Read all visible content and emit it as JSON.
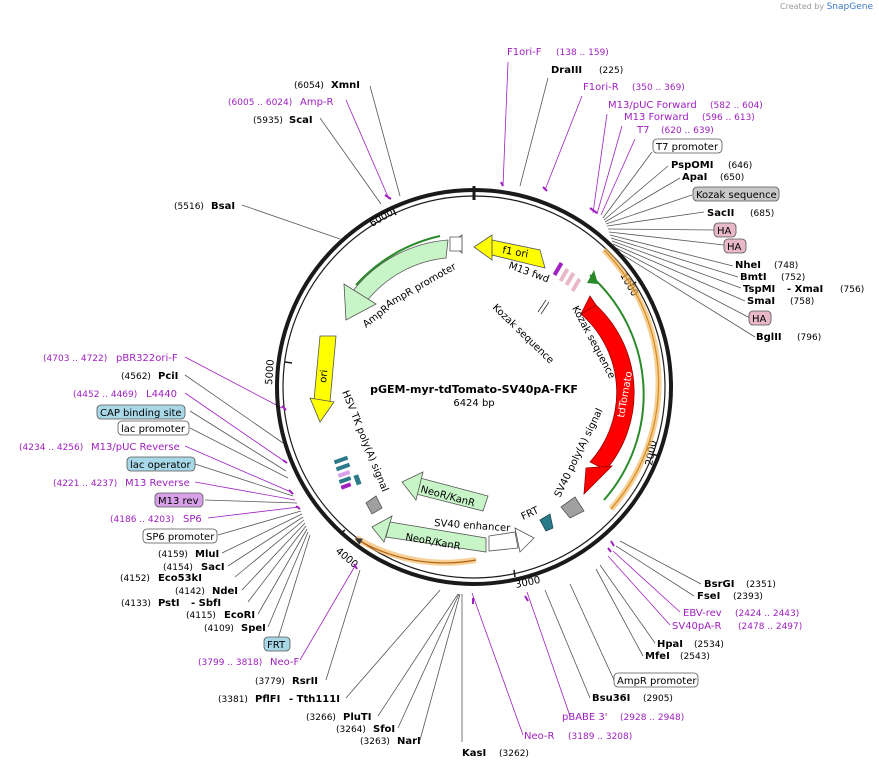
{
  "credit": {
    "prefix": "Created by",
    "brand": "SnapGene"
  },
  "plasmid": {
    "name": "pGEM-myr-tdTomato-SV40pA-FKF",
    "size": "6424 bp"
  },
  "ticks": [
    "1000",
    "2000",
    "3000",
    "4000",
    "5000",
    "6000"
  ],
  "features": {
    "f1ori": "f1 ori",
    "ampr": "AmpR",
    "ampr_promoter": "AmpR promoter",
    "ori": "ori",
    "tdtomato": "tdTomato",
    "sv40pa": "SV40 poly(A) signal",
    "hsvtk": "HSV TK poly(A) signal",
    "neokan1": "NeoR/KanR",
    "neokan2": "NeoR/KanR",
    "sv40enh": "SV40 enhancer",
    "frt": "FRT",
    "m13fwd": "M13 fwd",
    "kozak1": "Kozak sequence",
    "kozak2": "Kozak sequence"
  },
  "right_labels": [
    {
      "name": "F1ori-F",
      "pos": "(138 .. 159)",
      "primer": true
    },
    {
      "name": "DraIII",
      "pos": "(225)",
      "primer": false
    },
    {
      "name": "F1ori-R",
      "pos": "(350 .. 369)",
      "primer": true
    },
    {
      "name": "M13/pUC Forward",
      "pos": "(582 .. 604)",
      "primer": true
    },
    {
      "name": "M13 Forward",
      "pos": "(596 .. 613)",
      "primer": true
    },
    {
      "name": "T7",
      "pos": "(620 .. 639)",
      "primer": true
    },
    {
      "name": "T7 promoter",
      "pos": "",
      "box": "white"
    },
    {
      "name": "PspOMI",
      "pos": "(646)",
      "primer": false
    },
    {
      "name": "ApaI",
      "pos": "(650)",
      "primer": false
    },
    {
      "name": "Kozak sequence",
      "pos": "",
      "box": "gray"
    },
    {
      "name": "SacII",
      "pos": "(685)",
      "primer": false
    },
    {
      "name": "HA",
      "pos": "",
      "box": "pink"
    },
    {
      "name": "HA",
      "pos": "",
      "box": "pink"
    },
    {
      "name": "NheI",
      "pos": "(748)",
      "primer": false
    },
    {
      "name": "BmtI",
      "pos": "(752)",
      "primer": false
    },
    {
      "name": "TspMI",
      "pos": "(756)",
      "primer": false,
      "extra": "- XmaI"
    },
    {
      "name": "SmaI",
      "pos": "(758)",
      "primer": false
    },
    {
      "name": "HA",
      "pos": "",
      "box": "pink"
    },
    {
      "name": "BglII",
      "pos": "(796)",
      "primer": false
    }
  ],
  "lower_right": [
    {
      "name": "BsrGI",
      "pos": "(2351)",
      "primer": false
    },
    {
      "name": "FseI",
      "pos": "(2393)",
      "primer": false
    },
    {
      "name": "EBV-rev",
      "pos": "(2424 .. 2443)",
      "primer": true
    },
    {
      "name": "SV40pA-R",
      "pos": "(2478 .. 2497)",
      "primer": true
    },
    {
      "name": "HpaI",
      "pos": "(2534)",
      "primer": false
    },
    {
      "name": "MfeI",
      "pos": "(2543)",
      "primer": false
    },
    {
      "name": "AmpR promoter",
      "pos": "",
      "box": "white"
    },
    {
      "name": "Bsu36I",
      "pos": "(2905)",
      "primer": false
    },
    {
      "name": "pBABE 3'",
      "pos": "(2928 .. 2948)",
      "primer": true
    },
    {
      "name": "Neo-R",
      "pos": "(3189 .. 3208)",
      "primer": true
    },
    {
      "name": "KasI",
      "pos": "(3262)",
      "primer": false
    }
  ],
  "left_top": [
    {
      "name": "XmnI",
      "pos": "(6054)",
      "primer": false
    },
    {
      "name": "Amp-R",
      "pos": "(6005 .. 6024)",
      "primer": true
    },
    {
      "name": "ScaI",
      "pos": "(5935)",
      "primer": false
    },
    {
      "name": "BsaI",
      "pos": "(5516)",
      "primer": false
    }
  ],
  "left_bottom": [
    {
      "name": "pBR322ori-F",
      "pos": "(4703 .. 4722)",
      "primer": true
    },
    {
      "name": "PciI",
      "pos": "(4562)",
      "primer": false
    },
    {
      "name": "L4440",
      "pos": "(4452 .. 4469)",
      "primer": true
    },
    {
      "name": "CAP binding site",
      "pos": "",
      "box": "teal"
    },
    {
      "name": "lac promoter",
      "pos": "",
      "box": "white"
    },
    {
      "name": "M13/pUC Reverse",
      "pos": "(4234 .. 4256)",
      "primer": true
    },
    {
      "name": "lac operator",
      "pos": "",
      "box": "teal"
    },
    {
      "name": "M13 Reverse",
      "pos": "(4221 .. 4237)",
      "primer": true
    },
    {
      "name": "M13 rev",
      "pos": "",
      "box": "purple"
    },
    {
      "name": "SP6",
      "pos": "(4186 .. 4203)",
      "primer": true
    },
    {
      "name": "SP6 promoter",
      "pos": "",
      "box": "white"
    },
    {
      "name": "MluI",
      "pos": "(4159)",
      "primer": false
    },
    {
      "name": "SacI",
      "pos": "(4154)",
      "primer": false
    },
    {
      "name": "Eco53kI",
      "pos": "(4152)",
      "primer": false
    },
    {
      "name": "NdeI",
      "pos": "(4142)",
      "primer": false
    },
    {
      "name": "PstI",
      "pos": "(4133)",
      "primer": false,
      "extra": "- SbfI"
    },
    {
      "name": "EcoRI",
      "pos": "(4115)",
      "primer": false
    },
    {
      "name": "SpeI",
      "pos": "(4109)",
      "primer": false
    },
    {
      "name": "FRT",
      "pos": "",
      "box": "teal"
    },
    {
      "name": "Neo-F",
      "pos": "(3799 .. 3818)",
      "primer": true
    },
    {
      "name": "RsrII",
      "pos": "(3779)",
      "primer": false
    },
    {
      "name": "PflFI",
      "pos": "(3381)",
      "primer": false,
      "extra": "- Tth111I"
    },
    {
      "name": "PluTI",
      "pos": "(3266)",
      "primer": false
    },
    {
      "name": "SfoI",
      "pos": "(3264)",
      "primer": false
    },
    {
      "name": "NarI",
      "pos": "(3263)",
      "primer": false
    }
  ],
  "colors": {
    "backbone": "#1a1a1a",
    "ampr": "#c8f5c8",
    "f1ori": "#ffff00",
    "tdtomato": "#ff0000",
    "primer": "#a020c0",
    "orange_arc": "#f0b050",
    "teal_box": "#a8d8e8",
    "pink_box": "#e8b8c8",
    "gray_box": "#c8c8c8",
    "purple_box": "#d8a0e8"
  }
}
